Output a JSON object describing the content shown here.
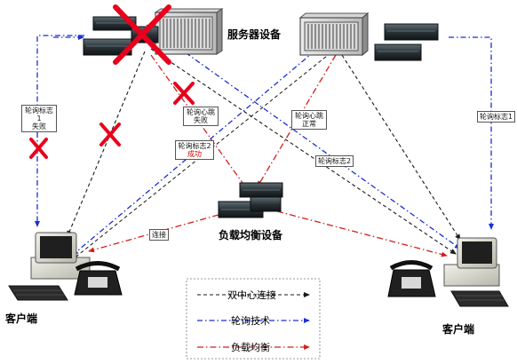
{
  "nodes": {
    "server_room": "服务器设备",
    "load_balancer": "负载均衡设备",
    "client_left": "客户端",
    "client_right": "客户端"
  },
  "labels": {
    "poll_left_fail": [
      "轮询标志1",
      "失败"
    ],
    "heartbeat_fail": [
      "轮询心跳",
      "失败"
    ],
    "poll_success": [
      "轮询标志2",
      "成功"
    ],
    "heartbeat_ok": [
      "轮询心跳",
      "正常"
    ],
    "poll_flag2": "轮询标志2",
    "poll_right_flag1": "轮询标志1",
    "lb_link": "连接"
  },
  "legend": [
    {
      "text": "双中心连接",
      "style": "black-dash"
    },
    {
      "text": "轮询技术",
      "style": "blue-dashdot"
    },
    {
      "text": "负载均衡",
      "style": "red-dashdot"
    }
  ],
  "colors": {
    "black_line": "#1a1a1a",
    "blue_line": "#1a2fd6",
    "red_line": "#d21f1f",
    "fail_cross": "#e8001c"
  }
}
